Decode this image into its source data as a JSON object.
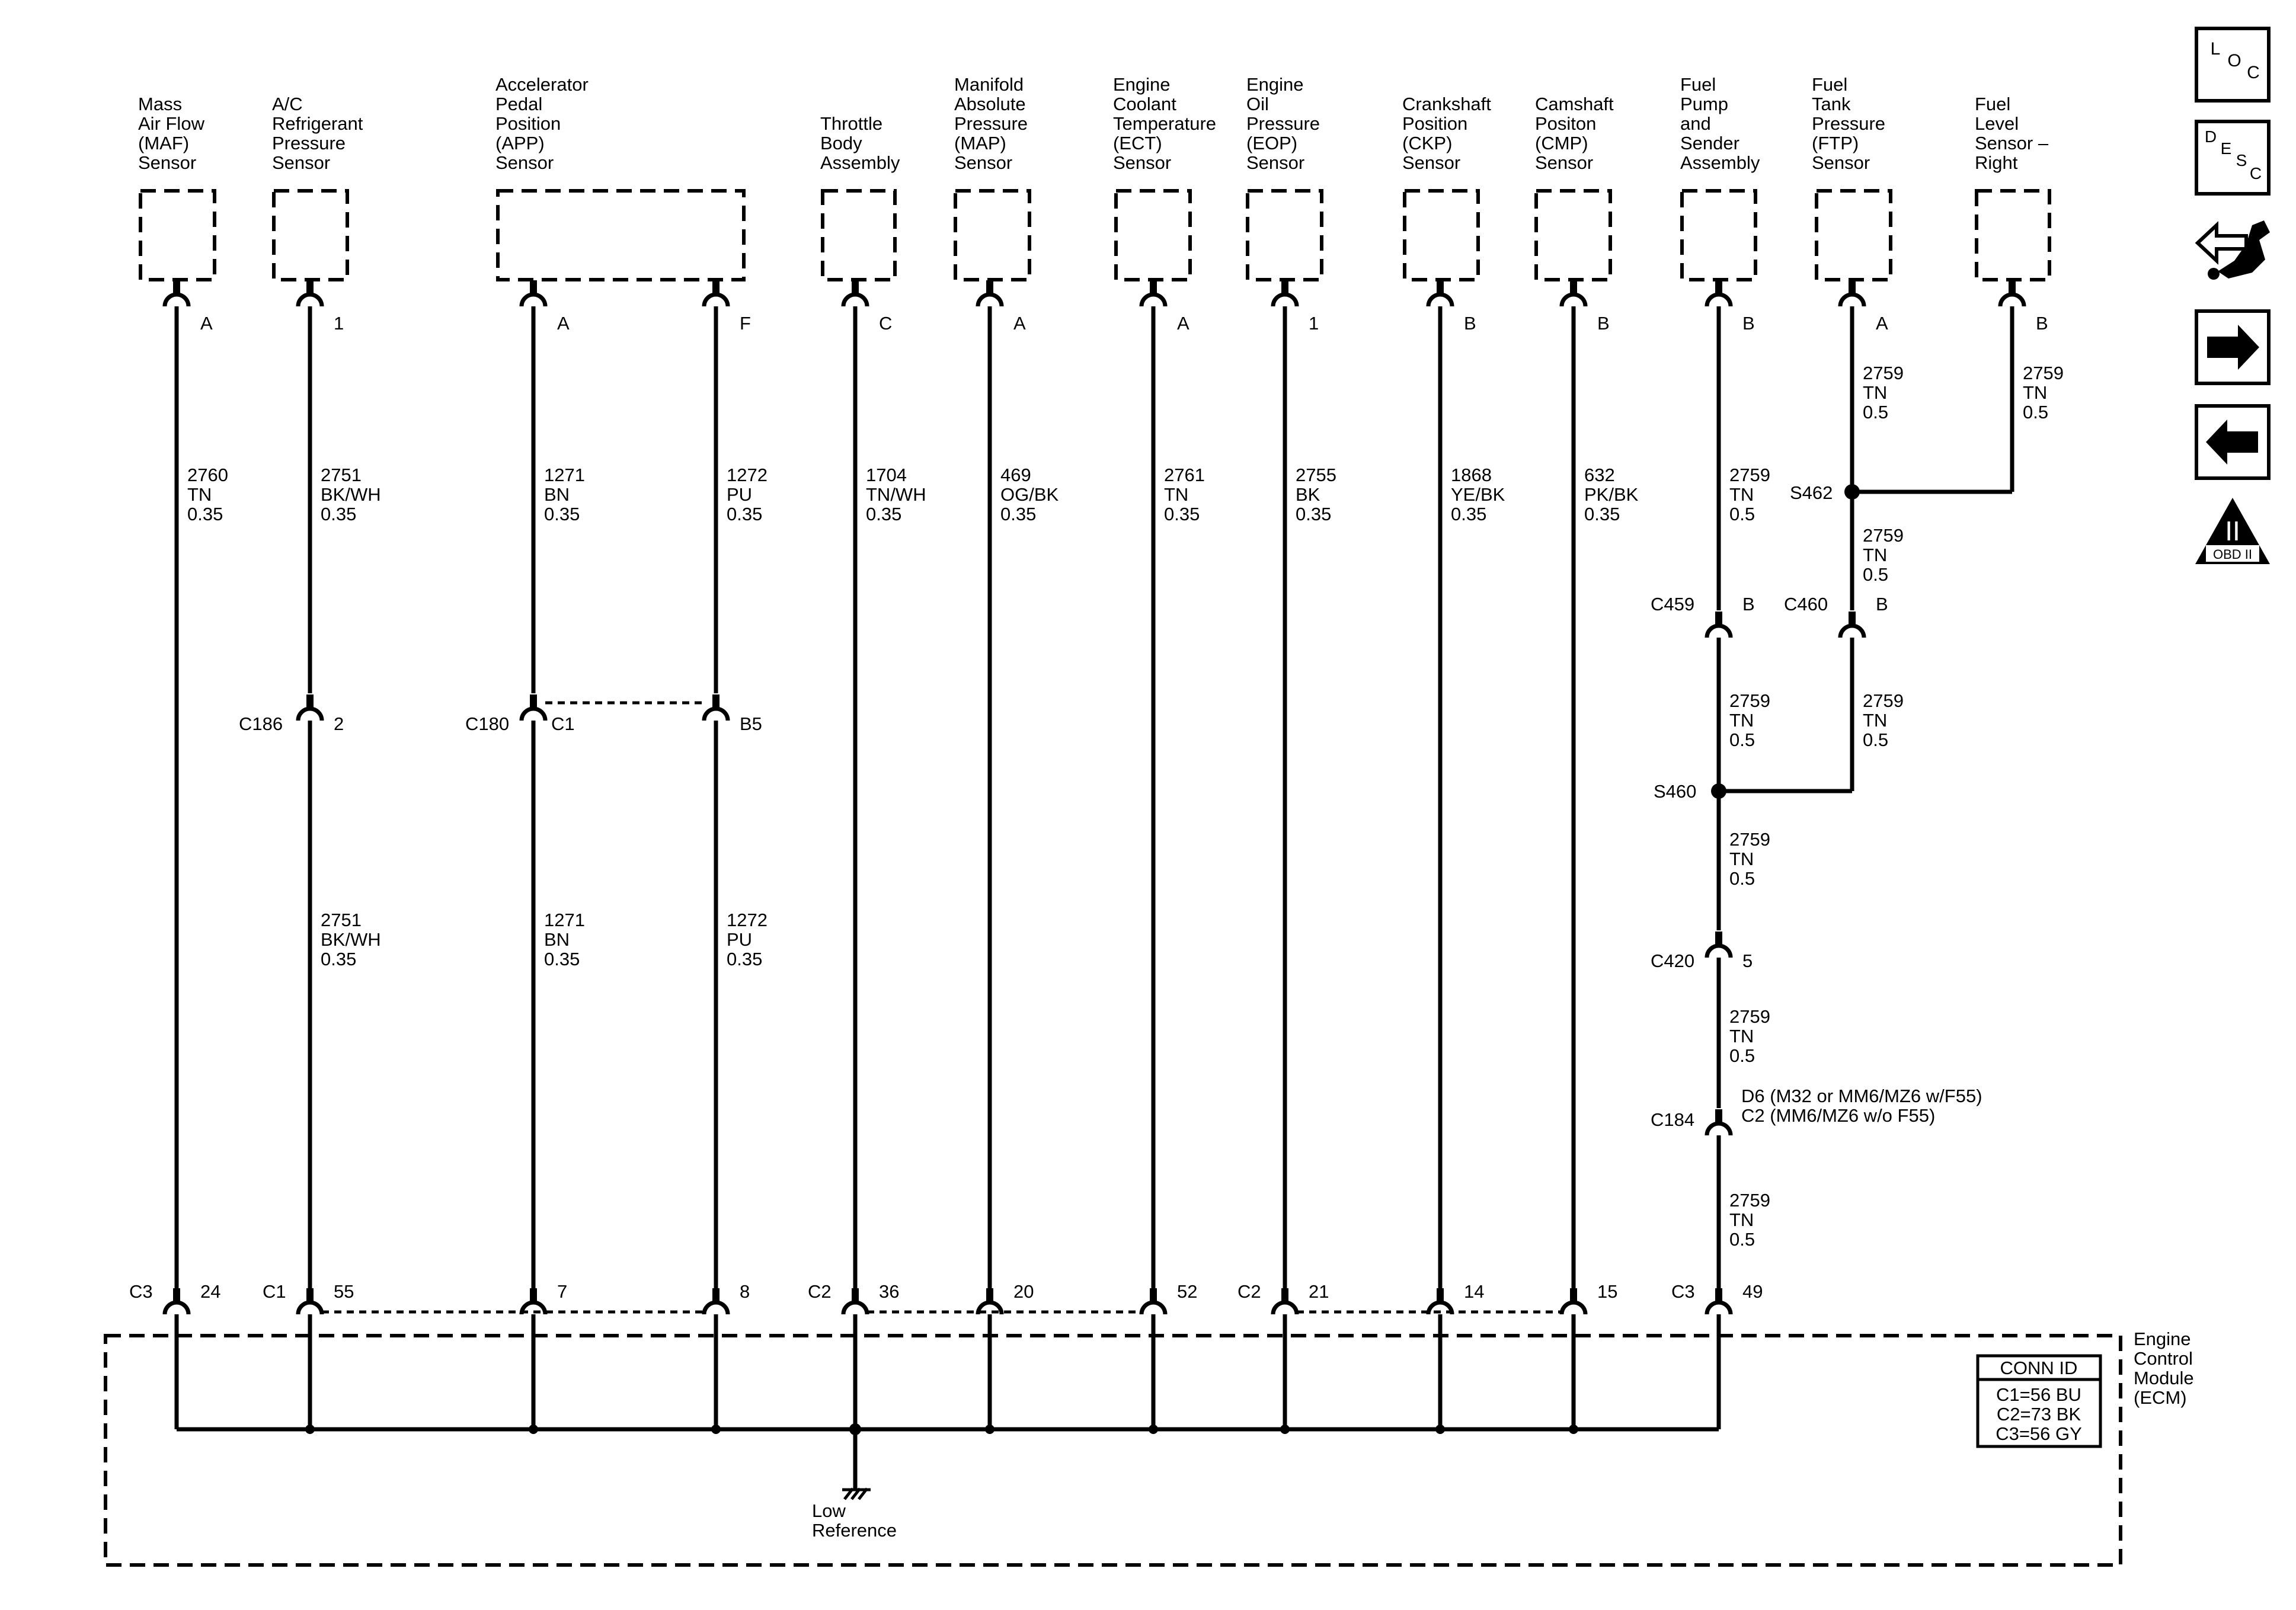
{
  "components": [
    {
      "name_lines": [
        "Mass",
        "Air Flow",
        "(MAF)",
        "Sensor"
      ],
      "pin": "A",
      "wire": [
        "2760",
        "TN",
        "0.35"
      ]
    },
    {
      "name_lines": [
        "A/C",
        "Refrigerant",
        "Pressure",
        "Sensor"
      ],
      "pin": "1",
      "wire": [
        "2751",
        "BK/WH",
        "0.35"
      ],
      "mid_connector": {
        "name": "C186",
        "pin": "2"
      },
      "wire2": [
        "2751",
        "BK/WH",
        "0.35"
      ]
    },
    {
      "name_lines": [
        "Accelerator",
        "Pedal",
        "Position",
        "(APP)",
        "Sensor"
      ],
      "pins": [
        "A",
        "F"
      ],
      "wires": [
        [
          "1271",
          "BN",
          "0.35"
        ],
        [
          "1272",
          "PU",
          "0.35"
        ]
      ],
      "mid_connector": {
        "name": "C180",
        "pins": [
          "C1",
          "B5"
        ]
      },
      "wires2": [
        [
          "1271",
          "BN",
          "0.35"
        ],
        [
          "1272",
          "PU",
          "0.35"
        ]
      ]
    },
    {
      "name_lines": [
        "Throttle",
        "Body",
        "Assembly"
      ],
      "pin": "C",
      "wire": [
        "1704",
        "TN/WH",
        "0.35"
      ]
    },
    {
      "name_lines": [
        "Manifold",
        "Absolute",
        "Pressure",
        "(MAP)",
        "Sensor"
      ],
      "pin": "A",
      "wire": [
        "469",
        "OG/BK",
        "0.35"
      ]
    },
    {
      "name_lines": [
        "Engine",
        "Coolant",
        "Temperature",
        "(ECT)",
        "Sensor"
      ],
      "pin": "A",
      "wire": [
        "2761",
        "TN",
        "0.35"
      ]
    },
    {
      "name_lines": [
        "Engine",
        "Oil",
        "Pressure",
        "(EOP)",
        "Sensor"
      ],
      "pin": "1",
      "wire": [
        "2755",
        "BK",
        "0.35"
      ]
    },
    {
      "name_lines": [
        "Crankshaft",
        "Position",
        "(CKP)",
        "Sensor"
      ],
      "pin": "B",
      "wire": [
        "1868",
        "YE/BK",
        "0.35"
      ]
    },
    {
      "name_lines": [
        "Camshaft",
        "Positon",
        "(CMP)",
        "Sensor"
      ],
      "pin": "B",
      "wire": [
        "632",
        "PK/BK",
        "0.35"
      ]
    },
    {
      "name_lines": [
        "Fuel",
        "Pump",
        "and",
        "Sender",
        "Assembly"
      ],
      "pin": "B"
    },
    {
      "name_lines": [
        "Fuel",
        "Tank",
        "Pressure",
        "(FTP)",
        "Sensor"
      ],
      "pin": "A"
    },
    {
      "name_lines": [
        "Fuel",
        "Level",
        "Sensor –",
        "Right"
      ],
      "pin": "B"
    }
  ],
  "fuel_circuit": {
    "wire_ftp_top": [
      "2759",
      "TN",
      "0.5"
    ],
    "wire_level_top": [
      "2759",
      "TN",
      "0.5"
    ],
    "splice_s462": "S462",
    "wire_pump_top": [
      "2759",
      "TN",
      "0.5"
    ],
    "wire_s462_down": [
      "2759",
      "TN",
      "0.5"
    ],
    "c459": {
      "name": "C459",
      "pin": "B"
    },
    "c460": {
      "name": "C460",
      "pin": "B"
    },
    "wire_c459_down": [
      "2759",
      "TN",
      "0.5"
    ],
    "wire_c460_down": [
      "2759",
      "TN",
      "0.5"
    ],
    "splice_s460": "S460",
    "wire_s460_down": [
      "2759",
      "TN",
      "0.5"
    ],
    "c420": {
      "name": "C420",
      "pin": "5"
    },
    "wire_c420_down": [
      "2759",
      "TN",
      "0.5"
    ],
    "c184": {
      "name": "C184",
      "note_lines": [
        "D6 (M32 or MM6/MZ6 w/F55)",
        "C2 (MM6/MZ6 w/o F55)"
      ]
    },
    "wire_c184_down": [
      "2759",
      "TN",
      "0.5"
    ]
  },
  "ecm_pins": [
    {
      "conn": "C3",
      "pin": "24"
    },
    {
      "conn": "C1",
      "pin": "55"
    },
    {
      "conn": "",
      "pin": "7"
    },
    {
      "conn": "",
      "pin": "8"
    },
    {
      "conn": "C2",
      "pin": "36"
    },
    {
      "conn": "",
      "pin": "20"
    },
    {
      "conn": "",
      "pin": "52"
    },
    {
      "conn": "C2",
      "pin": "21"
    },
    {
      "conn": "",
      "pin": "14"
    },
    {
      "conn": "",
      "pin": "15"
    },
    {
      "conn": "C3",
      "pin": "49"
    }
  ],
  "ecm": {
    "name_lines": [
      "Engine",
      "Control",
      "Module",
      "(ECM)"
    ],
    "low_reference_lines": [
      "Low",
      "Reference"
    ],
    "conn_id_title": "CONN ID",
    "conn_id_rows": [
      "C1=56 BU",
      "C2=73 BK",
      "C3=56 GY"
    ]
  },
  "side_icons": [
    {
      "name": "loc-icon",
      "letters": [
        "L",
        "O",
        "C"
      ]
    },
    {
      "name": "desc-icon",
      "letters": [
        "D",
        "E",
        "S",
        "C"
      ]
    },
    {
      "name": "connector-repair-icon"
    },
    {
      "name": "next-arrow-icon"
    },
    {
      "name": "previous-arrow-icon"
    },
    {
      "name": "obd-ii-icon",
      "text_top": "II",
      "text_bottom": "OBD II"
    }
  ]
}
